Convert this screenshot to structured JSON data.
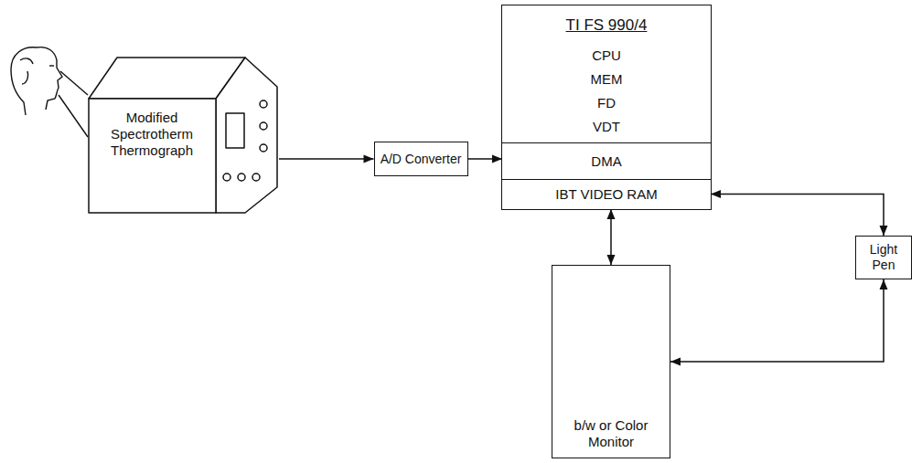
{
  "diagram": {
    "nodes": [
      {
        "text": [
          "Modified Spectrotherm Thermograph"
        ]
      },
      {
        "text": [
          "A/D Converter"
        ]
      },
      {
        "text": [
          "TI FS 990/4",
          "CPU",
          "MEM",
          "FD",
          "VDT"
        ]
      },
      {
        "text": [
          "DMA"
        ],
        "in": 2
      },
      {
        "text": [
          "IBT VIDEO RAM"
        ],
        "in": 2
      },
      {
        "text": [
          "Light Pen"
        ]
      },
      {
        "text": [
          "b/w or Color Monitor"
        ]
      }
    ],
    "edges": [
      {
        "from": 0,
        "to": 1,
        "arrow": "to"
      },
      {
        "from": 1,
        "to": 3,
        "arrow": "to"
      },
      {
        "from": 4,
        "to": 6,
        "arrow": "both"
      },
      {
        "from": 5,
        "to": 4,
        "arrow": "both"
      },
      {
        "from": 5,
        "to": 6,
        "arrow": "both"
      }
    ]
  }
}
